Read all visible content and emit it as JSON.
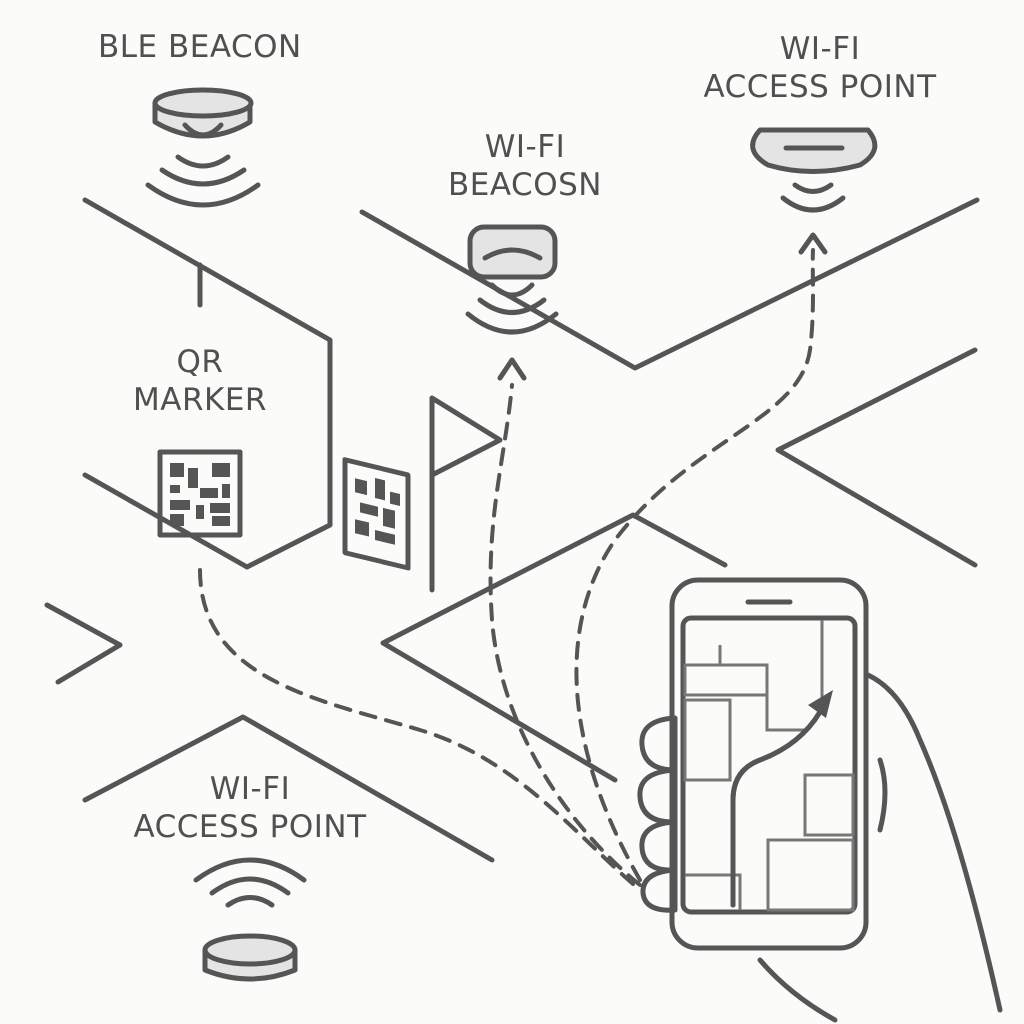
{
  "labels": {
    "ble_beacon": "BLE BEACON",
    "wifi_ap_top_line1": "WI-FI",
    "wifi_ap_top_line2": "ACCESS POINT",
    "wifi_beacon_line1": "WI-FI",
    "wifi_beacon_line2": "BEACOSN",
    "qr_marker_line1": "QR",
    "qr_marker_line2": "MARKER",
    "wifi_ap_bottom_line1": "WI-FI",
    "wifi_ap_bottom_line2": "ACCESS POINT"
  },
  "icons": [
    "ble-beacon-icon",
    "wifi-beacon-icon",
    "wifi-access-point-icon",
    "qr-code-icon",
    "flag-icon",
    "smartphone-icon",
    "hand-icon",
    "route-arrow-icon"
  ],
  "colors": {
    "stroke": "#555555",
    "fill": "#e4e4e4",
    "background": "#fbfbf9"
  }
}
